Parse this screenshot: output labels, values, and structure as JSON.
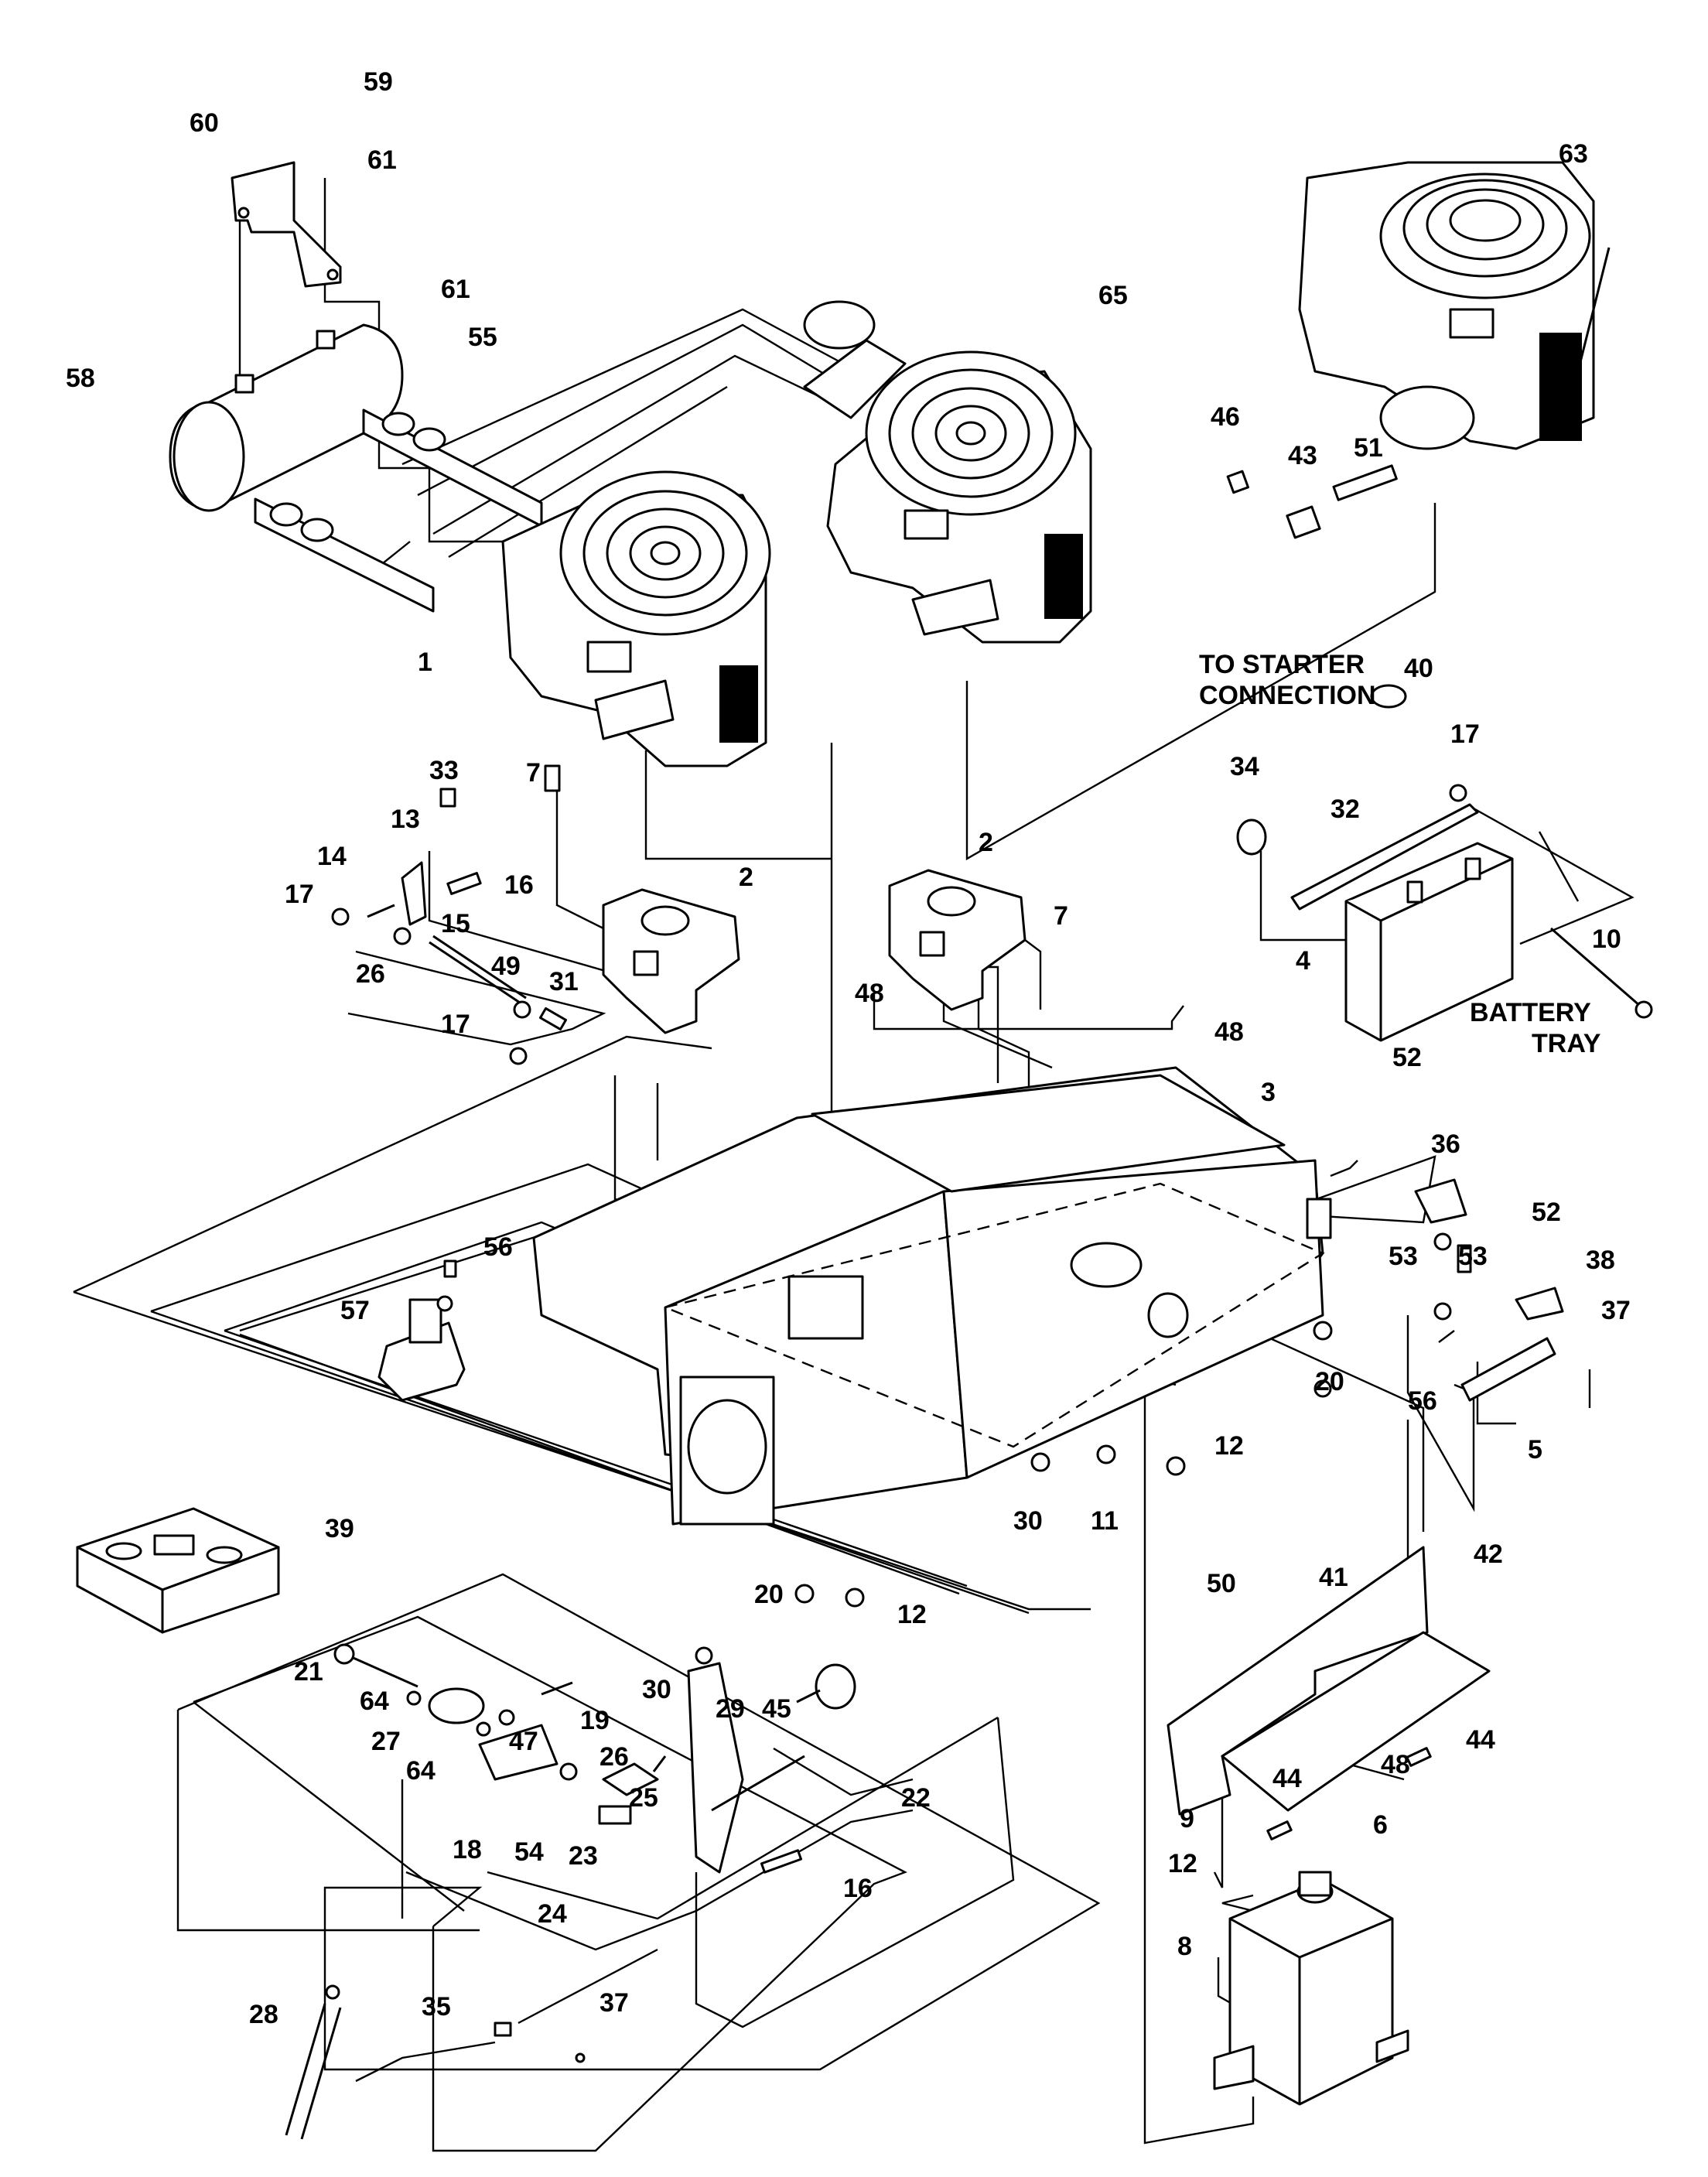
{
  "diagram": {
    "notes": {
      "starter_line1": "TO STARTER",
      "starter_line2": "CONNECTION",
      "battery_line1": "BATTERY",
      "battery_line2": "TRAY"
    },
    "callouts": [
      {
        "id": "c59",
        "label": "59"
      },
      {
        "id": "c60",
        "label": "60"
      },
      {
        "id": "c61a",
        "label": "61"
      },
      {
        "id": "c61b",
        "label": "61"
      },
      {
        "id": "c55",
        "label": "55"
      },
      {
        "id": "c58",
        "label": "58"
      },
      {
        "id": "c65",
        "label": "65"
      },
      {
        "id": "c63",
        "label": "63"
      },
      {
        "id": "c46",
        "label": "46"
      },
      {
        "id": "c43",
        "label": "43"
      },
      {
        "id": "c51",
        "label": "51"
      },
      {
        "id": "c1",
        "label": "1"
      },
      {
        "id": "c40",
        "label": "40"
      },
      {
        "id": "c17a",
        "label": "17"
      },
      {
        "id": "c34",
        "label": "34"
      },
      {
        "id": "c32",
        "label": "32"
      },
      {
        "id": "c33",
        "label": "33"
      },
      {
        "id": "c7a",
        "label": "7"
      },
      {
        "id": "c13",
        "label": "13"
      },
      {
        "id": "c14",
        "label": "14"
      },
      {
        "id": "c16a",
        "label": "16"
      },
      {
        "id": "c17b",
        "label": "17"
      },
      {
        "id": "c2a",
        "label": "2"
      },
      {
        "id": "c2b",
        "label": "2"
      },
      {
        "id": "c7b",
        "label": "7"
      },
      {
        "id": "c15",
        "label": "15"
      },
      {
        "id": "c26a",
        "label": "26"
      },
      {
        "id": "c49",
        "label": "49"
      },
      {
        "id": "c31",
        "label": "31"
      },
      {
        "id": "c17c",
        "label": "17"
      },
      {
        "id": "c48a",
        "label": "48"
      },
      {
        "id": "c4",
        "label": "4"
      },
      {
        "id": "c10",
        "label": "10"
      },
      {
        "id": "c48b",
        "label": "48"
      },
      {
        "id": "c52a",
        "label": "52"
      },
      {
        "id": "c3",
        "label": "3"
      },
      {
        "id": "c36",
        "label": "36"
      },
      {
        "id": "c56a",
        "label": "56"
      },
      {
        "id": "c57",
        "label": "57"
      },
      {
        "id": "c52b",
        "label": "52"
      },
      {
        "id": "c53a",
        "label": "53"
      },
      {
        "id": "c38",
        "label": "38"
      },
      {
        "id": "c53b",
        "label": "53"
      },
      {
        "id": "c37a",
        "label": "37"
      },
      {
        "id": "c20a",
        "label": "20"
      },
      {
        "id": "c56b",
        "label": "56"
      },
      {
        "id": "c5",
        "label": "5"
      },
      {
        "id": "c12a",
        "label": "12"
      },
      {
        "id": "c30a",
        "label": "30"
      },
      {
        "id": "c11",
        "label": "11"
      },
      {
        "id": "c39",
        "label": "39"
      },
      {
        "id": "c42",
        "label": "42"
      },
      {
        "id": "c41",
        "label": "41"
      },
      {
        "id": "c50",
        "label": "50"
      },
      {
        "id": "c20b",
        "label": "20"
      },
      {
        "id": "c12b",
        "label": "12"
      },
      {
        "id": "c21",
        "label": "21"
      },
      {
        "id": "c64a",
        "label": "64"
      },
      {
        "id": "c27",
        "label": "27"
      },
      {
        "id": "c64b",
        "label": "64"
      },
      {
        "id": "c47",
        "label": "47"
      },
      {
        "id": "c19",
        "label": "19"
      },
      {
        "id": "c30b",
        "label": "30"
      },
      {
        "id": "c29",
        "label": "29"
      },
      {
        "id": "c45",
        "label": "45"
      },
      {
        "id": "c22",
        "label": "22"
      },
      {
        "id": "c26b",
        "label": "26"
      },
      {
        "id": "c25",
        "label": "25"
      },
      {
        "id": "c18",
        "label": "18"
      },
      {
        "id": "c54",
        "label": "54"
      },
      {
        "id": "c23",
        "label": "23"
      },
      {
        "id": "c16b",
        "label": "16"
      },
      {
        "id": "c24",
        "label": "24"
      },
      {
        "id": "c48c",
        "label": "48"
      },
      {
        "id": "c44a",
        "label": "44"
      },
      {
        "id": "c44b",
        "label": "44"
      },
      {
        "id": "c9",
        "label": "9"
      },
      {
        "id": "c12c",
        "label": "12"
      },
      {
        "id": "c6",
        "label": "6"
      },
      {
        "id": "c8",
        "label": "8"
      },
      {
        "id": "c28",
        "label": "28"
      },
      {
        "id": "c35",
        "label": "35"
      },
      {
        "id": "c37b",
        "label": "37"
      }
    ]
  }
}
